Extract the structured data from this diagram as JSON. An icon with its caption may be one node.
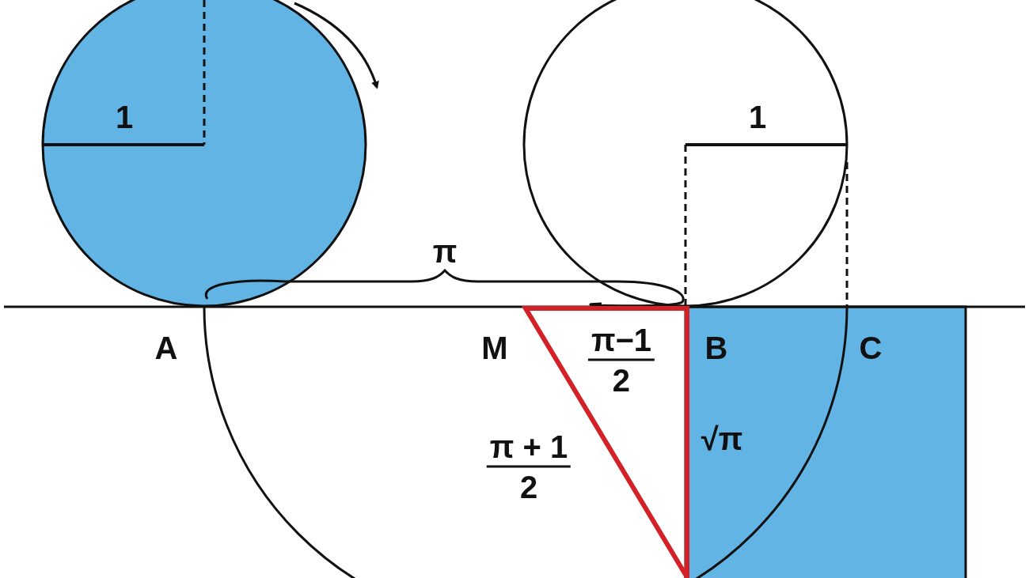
{
  "diagram": {
    "labels": [
      "1",
      "1",
      "π",
      "A",
      "M",
      "π−1 2",
      "B",
      "C",
      "π + 1 2",
      "√π"
    ]
  }
}
